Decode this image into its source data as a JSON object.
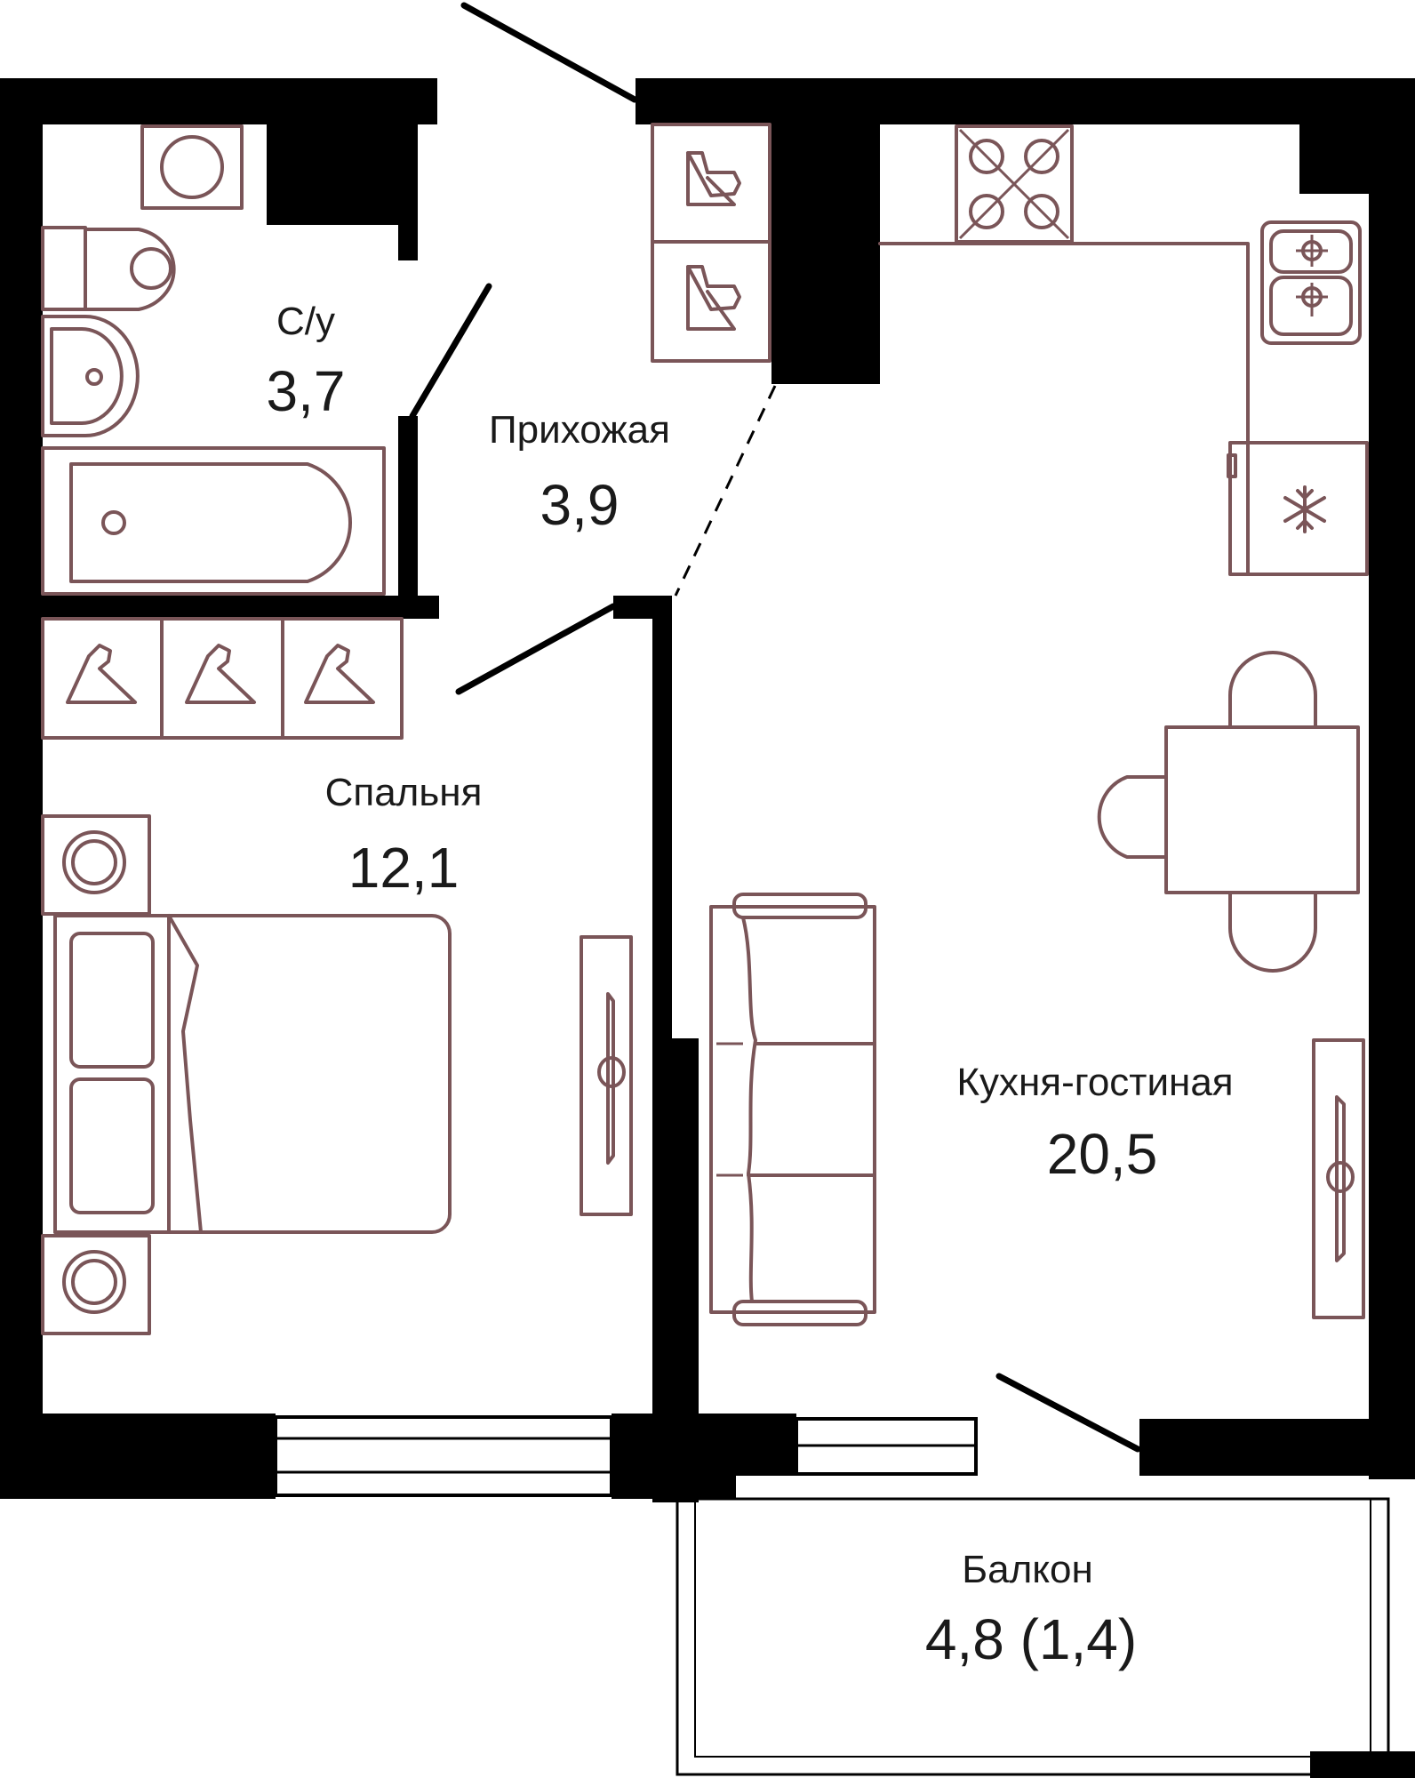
{
  "rooms": {
    "bathroom": {
      "name": "С/у",
      "area": "3,7"
    },
    "hallway": {
      "name": "Прихожая",
      "area": "3,9"
    },
    "bedroom": {
      "name": "Спальня",
      "area": "12,1"
    },
    "living": {
      "name": "Кухня-гостиная",
      "area": "20,5"
    },
    "balcony": {
      "name": "Балкон",
      "area": "4,8 (1,4)"
    }
  },
  "colors": {
    "wall": "#000000",
    "furniture": "#7a5558",
    "background": "#ffffff"
  },
  "icons": [
    "washing-machine-icon",
    "toilet-icon",
    "sink-icon",
    "bathtub-icon",
    "hanger-icon",
    "stove-icon",
    "kitchen-sink-icon",
    "fridge-snowflake-icon",
    "dining-table-icon",
    "sofa-icon",
    "bed-icon",
    "nightstand-icon",
    "tv-icon"
  ]
}
